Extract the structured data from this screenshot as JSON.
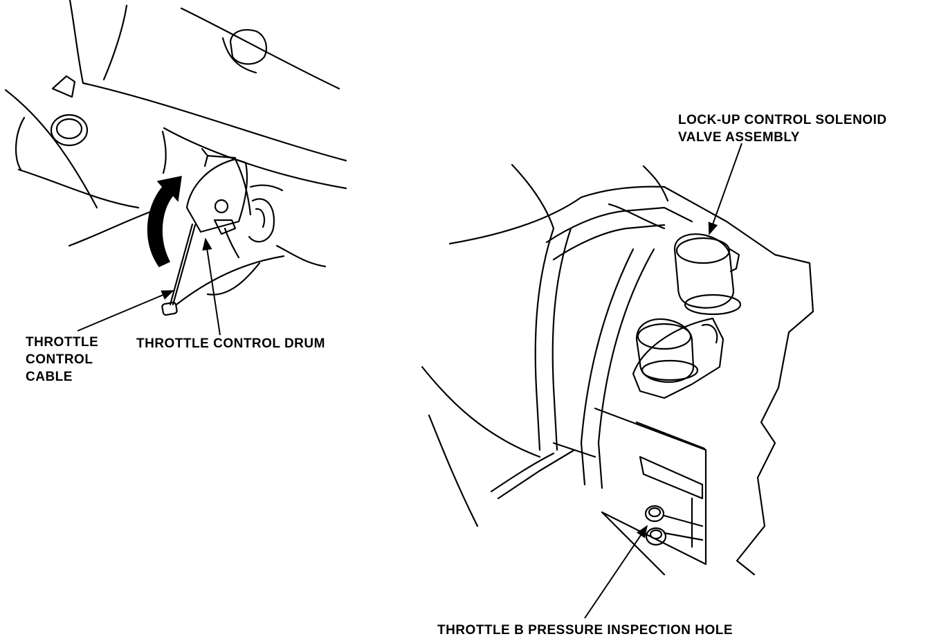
{
  "figure": {
    "colors": {
      "ink": "#000000",
      "paper": "#ffffff"
    },
    "left_view": {
      "labels": {
        "cable": [
          "THROTTLE",
          "CONTROL",
          "CABLE"
        ],
        "drum": "THROTTLE CONTROL DRUM"
      }
    },
    "right_view": {
      "labels": {
        "solenoid": [
          "LOCK-UP CONTROL SOLENOID",
          "VALVE ASSEMBLY"
        ],
        "inspection_hole": "THROTTLE B PRESSURE INSPECTION HOLE"
      }
    }
  }
}
